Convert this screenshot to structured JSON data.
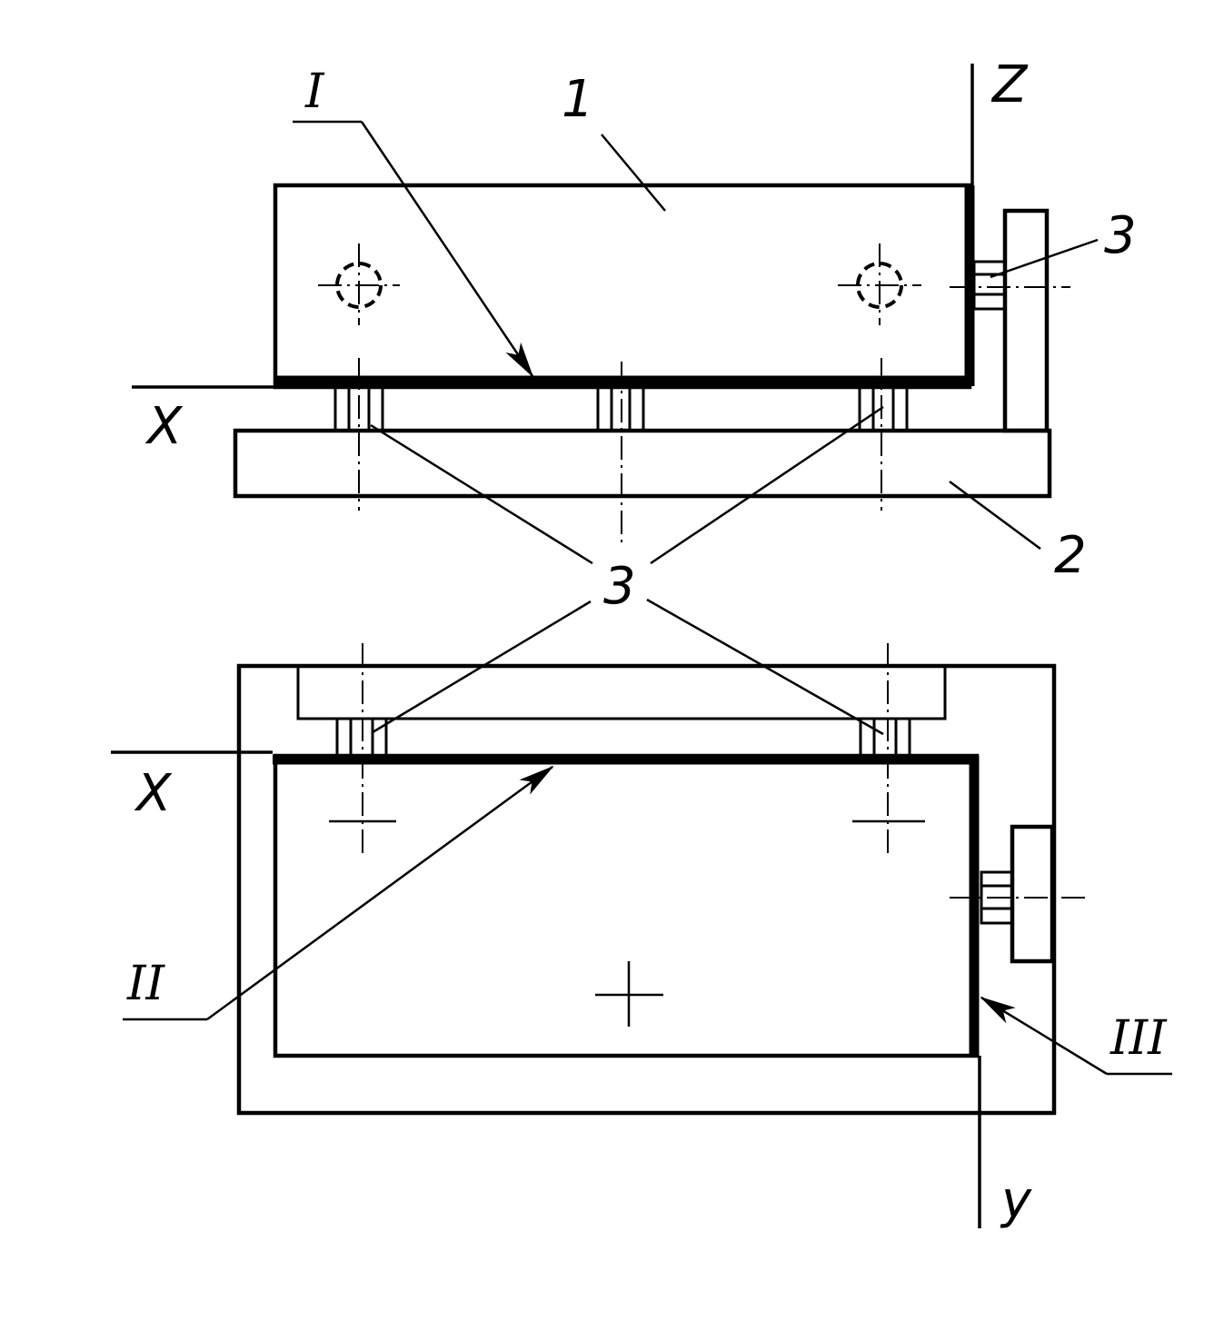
{
  "labels": {
    "part_1": "1",
    "part_2": "2",
    "element_3_top_right": "3",
    "element_3_center": "3",
    "axis_x_top": "X",
    "axis_x_bottom": "X",
    "axis_z": "Z",
    "axis_y": "y",
    "base_I": "I",
    "base_II": "II",
    "base_III": "III"
  },
  "colors": {
    "ink": "#000000",
    "paper": "#ffffff"
  }
}
